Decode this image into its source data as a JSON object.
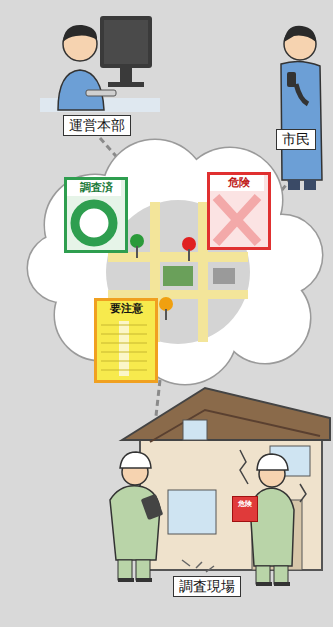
{
  "diagram": {
    "nodes": [
      {
        "text": [
          "運営本部"
        ]
      },
      {
        "text": [
          "市民"
        ]
      },
      {
        "text": [
          "調査済"
        ]
      },
      {
        "text": [
          "危険"
        ]
      },
      {
        "text": [
          "要注意"
        ]
      },
      {
        "text": [
          "危険"
        ]
      },
      {
        "text": [
          "調査現場"
        ]
      }
    ]
  }
}
